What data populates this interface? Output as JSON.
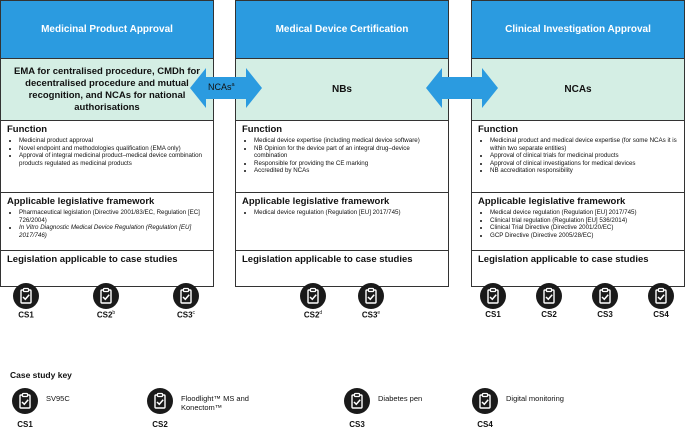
{
  "columns": [
    {
      "header": "Medicinal Product Approval",
      "authority": "EMA for centralised procedure, CMDh for decentralised procedure and mutual recognition, and NCAs for national authorisations",
      "function_title": "Function",
      "function_items": [
        "Medicinal product approval",
        "Novel endpoint and methodologies qualification (EMA only)",
        "Approval of integral medicinal product–medical device combination products regulated as medicinal products"
      ],
      "framework_title": "Applicable legislative framework",
      "framework_items": [
        "Pharmaceutical legislation (Directive 2001/83/EC, Regulation [EC] 726/2004)",
        "In Vitro Diagnostic Medical Device Regulation (Regulation [EU] 2017/746)"
      ],
      "cases_title": "Legislation applicable to case studies",
      "cases": [
        {
          "label": "CS1",
          "sup": ""
        },
        {
          "label": "CS2",
          "sup": "b"
        },
        {
          "label": "CS3",
          "sup": "c"
        }
      ]
    },
    {
      "header": "Medical Device Certification",
      "authority": "NBs",
      "function_title": "Function",
      "function_items": [
        "Medical device expertise (including medical device software)",
        "NB Opinion for the device part of an integral drug–device combination",
        "Responsible for providing the CE marking",
        "Accredited by NCAs"
      ],
      "framework_title": "Applicable legislative framework",
      "framework_items": [
        "Medical device regulation (Regulation [EU] 2017/745)"
      ],
      "cases_title": "Legislation applicable to case studies",
      "cases": [
        {
          "label": "CS2",
          "sup": "d"
        },
        {
          "label": "CS3",
          "sup": "e"
        }
      ]
    },
    {
      "header": "Clinical Investigation Approval",
      "authority": "NCAs",
      "function_title": "Function",
      "function_items": [
        "Medicinal product and medical device expertise (for some NCAs it is within two separate entities)",
        "Approval of clinical trials for medicinal products",
        "Approval of clinical investigations for medical devices",
        "NB accreditation responsibility"
      ],
      "framework_title": "Applicable legislative framework",
      "framework_items": [
        "Medical device regulation (Regulation [EU] 2017/745)",
        "Clinical trial regulation (Regulation [EU] 536/2014)",
        "Clinical Trial Directive (Directive 2001/20/EC)",
        "GCP Directive (Directive 2005/28/EC)"
      ],
      "cases_title": "Legislation applicable to case studies",
      "cases": [
        {
          "label": "CS1",
          "sup": ""
        },
        {
          "label": "CS2",
          "sup": ""
        },
        {
          "label": "CS3",
          "sup": ""
        },
        {
          "label": "CS4",
          "sup": ""
        }
      ]
    }
  ],
  "arrow_left": {
    "label": "NCAs",
    "sup": "a"
  },
  "key": {
    "title": "Case study key",
    "items": [
      {
        "label": "CS1",
        "text": "SV95C"
      },
      {
        "label": "CS2",
        "text": "Floodlight™ MS and Konectom™"
      },
      {
        "label": "CS3",
        "text": "Diabetes pen"
      },
      {
        "label": "CS4",
        "text": "Digital monitoring"
      }
    ]
  },
  "colors": {
    "header_blue": "#2b9be0",
    "authority_green": "#d4eee4",
    "icon_dark": "#1a1a1a"
  }
}
